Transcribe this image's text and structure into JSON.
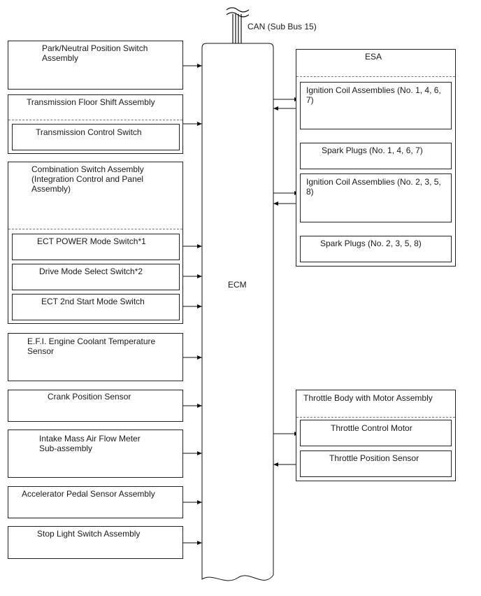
{
  "bus": {
    "label": "CAN (Sub Bus 15)"
  },
  "ecm": {
    "label": "ECM"
  },
  "inputs": {
    "park_neutral": "Park/Neutral Position Switch\nAssembly",
    "floor_shift": "Transmission Floor Shift Assembly",
    "trans_control_switch": "Transmission Control Switch",
    "combination_switch": "Combination Switch Assembly\n(Integration Control and Panel\nAssembly)",
    "ect_power": "ECT POWER Mode Switch*1",
    "drive_mode": "Drive Mode Select Switch*2",
    "ect_2nd": "ECT 2nd Start Mode Switch",
    "coolant": "E.F.I. Engine Coolant Temperature\nSensor",
    "crank": "Crank Position Sensor",
    "maf": "Intake Mass Air Flow Meter\nSub-assembly",
    "accel": "Accelerator Pedal Sensor Assembly",
    "stop_light": "Stop Light Switch Assembly"
  },
  "esa": {
    "title": "ESA",
    "coil_1": "Ignition Coil Assemblies (No. 1, 4, 6,\n7)",
    "plugs_1": "Spark Plugs (No. 1, 4, 6, 7)",
    "coil_2": "Ignition Coil Assemblies (No. 2, 3, 5,\n8)",
    "plugs_2": "Spark Plugs (No. 2, 3, 5, 8)"
  },
  "throttle": {
    "title": "Throttle Body with Motor Assembly",
    "motor": "Throttle Control Motor",
    "position_sensor": "Throttle Position Sensor"
  }
}
